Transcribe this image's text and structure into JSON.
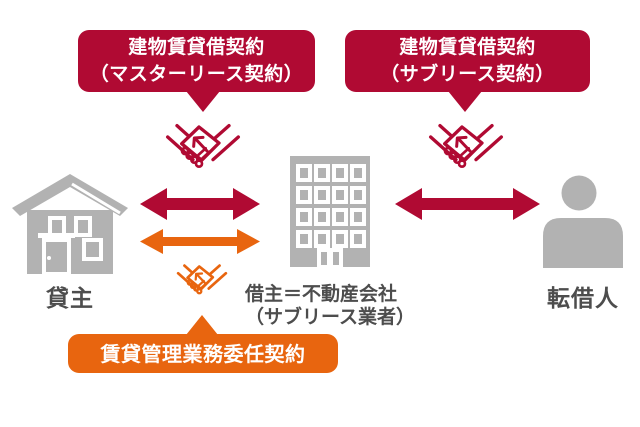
{
  "colors": {
    "crimson": "#b00a33",
    "orange": "#e8650f",
    "icon_gray": "#b2b2b2",
    "label_gray": "#4d4d4d"
  },
  "bubbles": {
    "master_lease": {
      "line1": "建物賃貸借契約",
      "line2": "（マスターリース契約）"
    },
    "sublease": {
      "line1": "建物賃貸借契約",
      "line2": "（サブリース契約）"
    },
    "management": {
      "label": "賃貸管理業務委任契約"
    }
  },
  "entities": {
    "lessor": {
      "label": "貸主",
      "icon": "house-icon"
    },
    "lessee": {
      "label_line1": "借主＝不動産会社",
      "label_line2": "（サブリース業者）",
      "icon": "building-icon"
    },
    "sublessee": {
      "label": "転借人",
      "icon": "person-icon"
    }
  },
  "icons": {
    "handshake_master": "handshake-icon",
    "handshake_sublease": "handshake-icon",
    "handshake_management": "handshake-icon"
  },
  "arrows": {
    "lessor_lessee_lease": "crimson-double-arrow",
    "lessor_lessee_management": "orange-double-arrow",
    "lessee_sublessee_lease": "crimson-double-arrow"
  }
}
